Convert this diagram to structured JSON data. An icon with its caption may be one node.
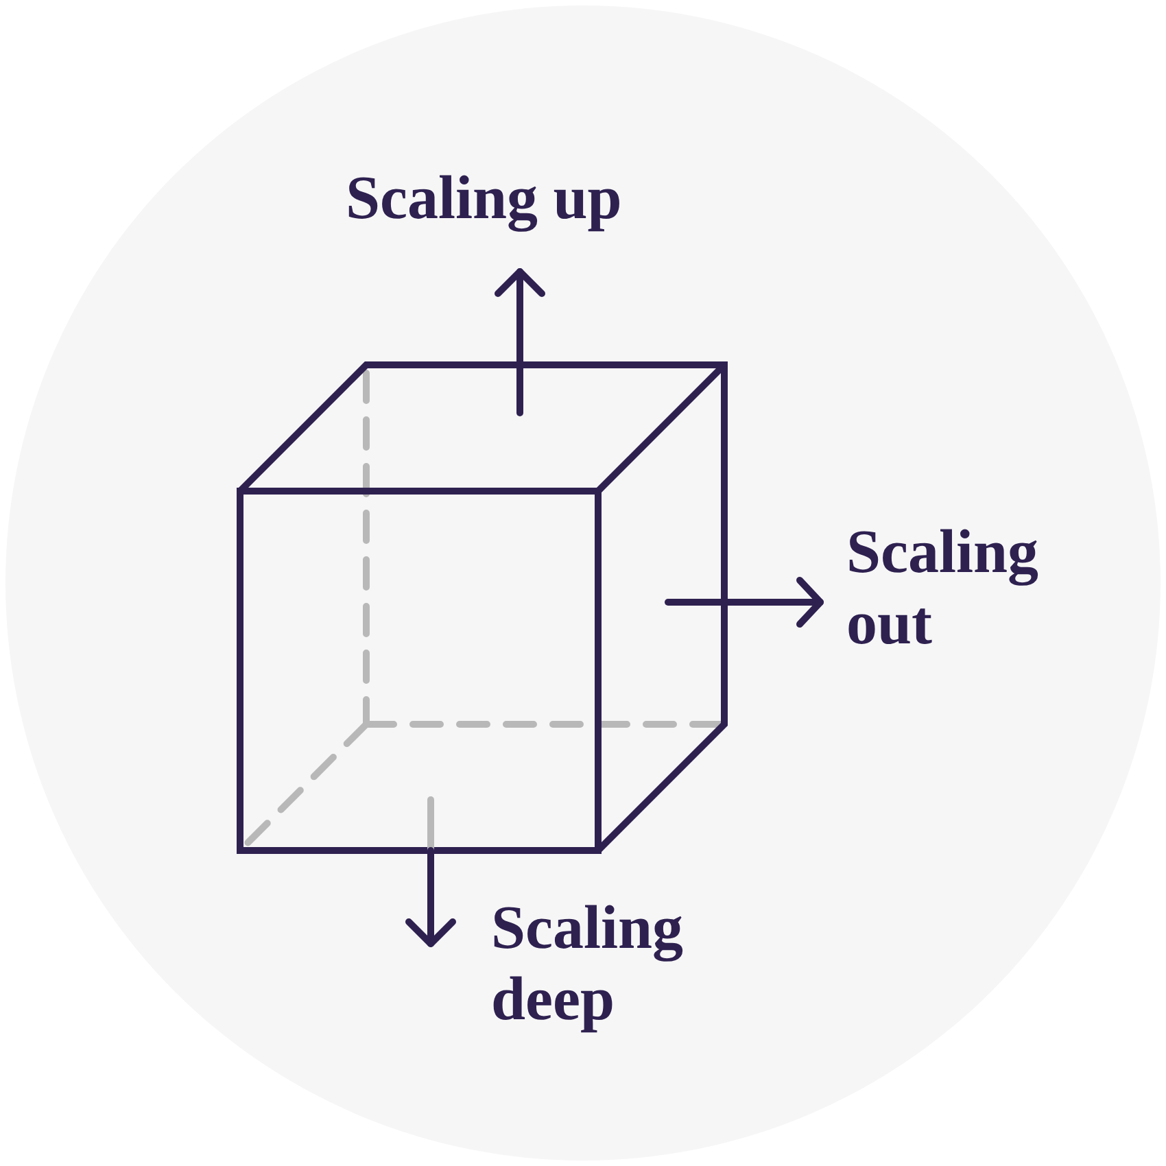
{
  "diagram": {
    "labels": [
      "Scaling up",
      "Scaling out",
      "Scaling deep"
    ]
  }
}
